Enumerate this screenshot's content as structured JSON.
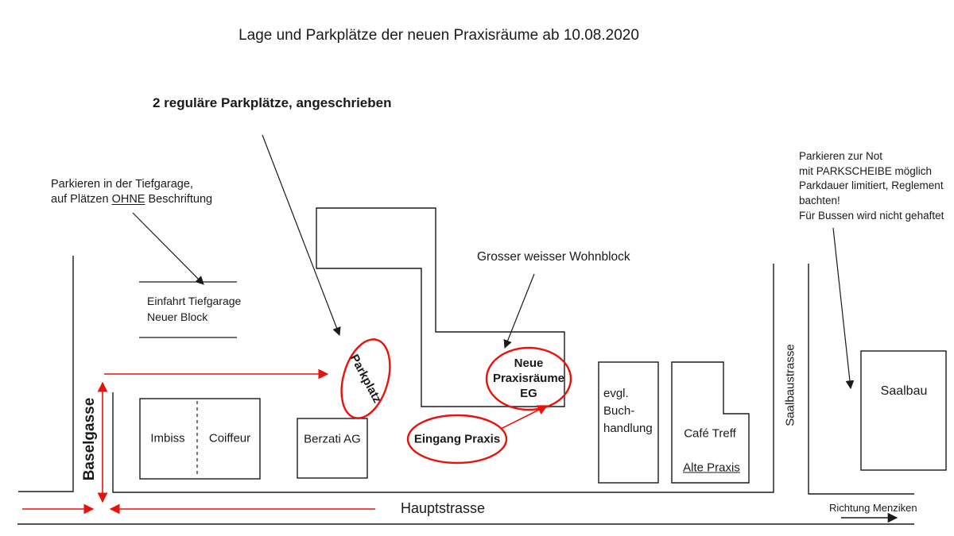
{
  "title": "Lage und Parkplätze der neuen Praxisräume ab 10.08.2020",
  "colors": {
    "accent_red": "#e8120b",
    "line_black": "#1a1a1a"
  },
  "annotations": {
    "regular_parking": "2 reguläre Parkplätze, angeschrieben",
    "tiefgarage_line1": "Parkieren in der Tiefgarage,",
    "tiefgarage_line2_pre": "auf Plätzen ",
    "tiefgarage_line2_underlined": "OHNE",
    "tiefgarage_line2_post": " Beschriftung",
    "einfahrt_line1": "Einfahrt Tiefgarage",
    "einfahrt_line2": "Neuer Block",
    "wohnblock": "Grosser weisser Wohnblock",
    "emergency": {
      "lines": [
        "Parkieren zur Not",
        "mit PARKSCHEIBE möglich",
        "Parkdauer limitiert, Reglement",
        "bachten!",
        "Für Bussen wird nicht gehaftet"
      ]
    }
  },
  "highlights": {
    "parkplatz": "Parkplatz",
    "neue_praxis_line1": "Neue",
    "neue_praxis_line2": "Praxisräume",
    "neue_praxis_line3": "EG",
    "eingang": "Eingang Praxis"
  },
  "buildings": {
    "imbiss": "Imbiss",
    "coiffeur": "Coiffeur",
    "berzati": "Berzati AG",
    "buchhandlung_line1": "evgl.",
    "buchhandlung_line2": "Buch-",
    "buchhandlung_line3": "handlung",
    "cafe": "Café Treff",
    "alte_praxis": "Alte Praxis",
    "saalbau": "Saalbau"
  },
  "streets": {
    "baselgasse": "Baselgasse",
    "saalbaustrasse": "Saalbaustrasse",
    "hauptstrasse": "Hauptstrasse",
    "richtung_menziken": "Richtung Menziken"
  }
}
